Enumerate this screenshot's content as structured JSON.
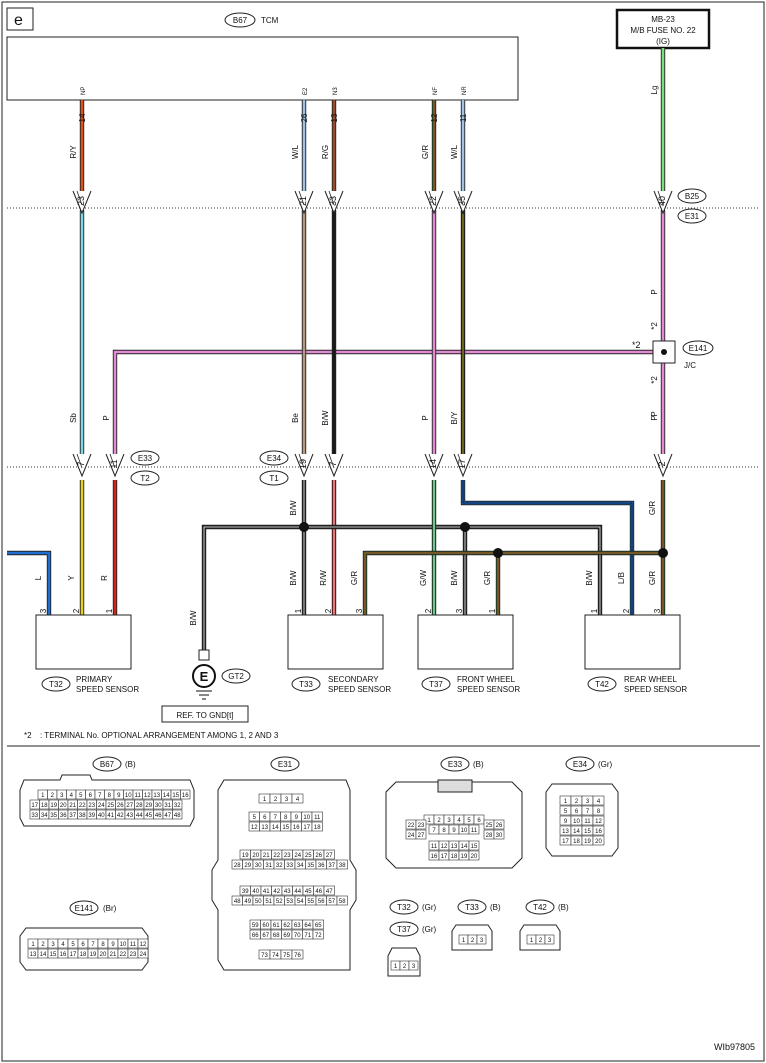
{
  "page": {
    "section_letter": "e",
    "footer_id": "WIb97805"
  },
  "tcm": {
    "ref": "B67",
    "name": "TCM"
  },
  "fuse": {
    "line1": "MB-23",
    "line2": "M/B FUSE NO. 22",
    "line3": "(IG)"
  },
  "tcm_pins": [
    {
      "num": "14",
      "name": "NP",
      "wire": "R/Y",
      "conn": "23"
    },
    {
      "num": "26",
      "name": "E2",
      "wire": "W/L",
      "conn": "21"
    },
    {
      "num": "13",
      "name": "N3",
      "wire": "R/G",
      "conn": "33"
    },
    {
      "num": "12",
      "name": "NF",
      "wire": "G/R",
      "conn": "22"
    },
    {
      "num": "11",
      "name": "NR",
      "wire": "W/L",
      "conn": "35"
    }
  ],
  "fuse_wire": {
    "label": "Lg",
    "conn": "40"
  },
  "connector_refs": {
    "b25": "B25",
    "e31": "E31",
    "e33": "E33",
    "t2": "T2",
    "e34": "E34",
    "t1": "T1",
    "e141": "E141",
    "jc": "J/C",
    "gt2": "GT2",
    "ground_letter": "E"
  },
  "mid_labels": {
    "p_upper": "P",
    "p_lower": "P",
    "star2": "*2",
    "star2_left": "*2"
  },
  "lower_wires": [
    {
      "label": "Sb",
      "conn": "7"
    },
    {
      "label": "P",
      "conn": "11"
    },
    {
      "label": "Be",
      "conn": "19"
    },
    {
      "label": "B/W",
      "conn": "7"
    },
    {
      "label": "P",
      "conn": "14"
    },
    {
      "label": "B/Y",
      "conn": "17"
    },
    {
      "label": "P",
      "conn": "2"
    }
  ],
  "sensor_wires": {
    "left_l": "L",
    "y": "Y",
    "r": "R",
    "gnd_bw": "B/W",
    "bw_trunk": "B/W",
    "t33_bw": "B/W",
    "t33_rw": "R/W",
    "t33_gr": "G/R",
    "t37_gw": "G/W",
    "t37_bw": "B/W",
    "t37_gr": "G/R",
    "t42_bw": "B/W",
    "t42_lb": "L/B",
    "t42_gr": "G/R",
    "t42_gr_upper": "G/R"
  },
  "sensors": [
    {
      "ref": "T32",
      "line1": "PRIMARY",
      "line2": "SPEED SENSOR",
      "pins": [
        "3",
        "2",
        "1"
      ]
    },
    {
      "ref": "T33",
      "line1": "SECONDARY",
      "line2": "SPEED SENSOR",
      "pins": [
        "1",
        "2",
        "3"
      ]
    },
    {
      "ref": "T37",
      "line1": "FRONT WHEEL",
      "line2": "SPEED SENSOR",
      "pins": [
        "2",
        "3",
        "1"
      ]
    },
    {
      "ref": "T42",
      "line1": "REAR WHEEL",
      "line2": "SPEED SENSOR",
      "pins": [
        "1",
        "2",
        "3"
      ]
    }
  ],
  "ground_ref_text": "REF. TO GND[t]",
  "footnote": {
    "mark": "*2",
    "text": ": TERMINAL No. OPTIONAL ARRANGEMENT AMONG 1, 2 AND 3"
  },
  "connector_views": {
    "b67": {
      "ref": "B67",
      "color": "(B)",
      "rows": [
        [
          "1",
          "2",
          "3",
          "4",
          "5",
          "6",
          "7",
          "8",
          "9",
          "10",
          "11",
          "12",
          "13",
          "14",
          "15",
          "16"
        ],
        [
          "17",
          "18",
          "19",
          "20",
          "21",
          "22",
          "23",
          "24",
          "25",
          "26",
          "27",
          "28",
          "29",
          "30",
          "31",
          "32"
        ],
        [
          "33",
          "34",
          "35",
          "36",
          "37",
          "38",
          "39",
          "40",
          "41",
          "42",
          "43",
          "44",
          "45",
          "46",
          "47",
          "48"
        ]
      ]
    },
    "e31": {
      "ref": "E31",
      "rows": [
        [
          "1",
          "2",
          "3",
          "4"
        ],
        [
          "5",
          "6",
          "7",
          "8",
          "9",
          "10",
          "11"
        ],
        [
          "12",
          "13",
          "14",
          "15",
          "16",
          "17",
          "18"
        ],
        [
          "19",
          "20",
          "21",
          "22",
          "23",
          "24",
          "25",
          "26",
          "27"
        ],
        [
          "28",
          "29",
          "30",
          "31",
          "32",
          "33",
          "34",
          "35",
          "36",
          "37",
          "38"
        ],
        [
          "39",
          "40",
          "41",
          "42",
          "43",
          "44",
          "45",
          "46",
          "47"
        ],
        [
          "48",
          "49",
          "50",
          "51",
          "52",
          "53",
          "54",
          "55",
          "56",
          "57",
          "58"
        ],
        [
          "59",
          "60",
          "61",
          "62",
          "63",
          "64",
          "65"
        ],
        [
          "66",
          "67",
          "68",
          "69",
          "70",
          "71",
          "72"
        ],
        [
          "73",
          "74",
          "75",
          "76"
        ]
      ]
    },
    "e33": {
      "ref": "E33",
      "color": "(B)",
      "top_rows": [
        [
          "1",
          "2",
          "3",
          "4",
          "5",
          "6"
        ],
        [
          "7",
          "8",
          "9",
          "10",
          "11"
        ]
      ],
      "left": [
        "22",
        "23",
        "24",
        "27"
      ],
      "right": [
        "25",
        "26",
        "28",
        "30"
      ],
      "bottom_rows": [
        [
          "11",
          "12",
          "13",
          "14",
          "15"
        ],
        [
          "16",
          "17",
          "18",
          "19",
          "20"
        ]
      ]
    },
    "e34": {
      "ref": "E34",
      "color": "(Gr)",
      "rows": [
        [
          "1",
          "2",
          "3",
          "4"
        ],
        [
          "5",
          "6",
          "7",
          "8"
        ],
        [
          "9",
          "10",
          "11",
          "12"
        ],
        [
          "13",
          "14",
          "15",
          "16"
        ],
        [
          "17",
          "18",
          "19",
          "20"
        ]
      ]
    },
    "e141": {
      "ref": "E141",
      "color": "(Br)",
      "rows": [
        [
          "1",
          "2",
          "3",
          "4",
          "5",
          "6",
          "7",
          "8",
          "9",
          "10",
          "11",
          "12"
        ],
        [
          "13",
          "14",
          "15",
          "16",
          "17",
          "18",
          "19",
          "20",
          "21",
          "22",
          "23",
          "24"
        ]
      ]
    },
    "t32": {
      "ref": "T32",
      "color": "(Gr)"
    },
    "t37": {
      "ref": "T37",
      "color": "(Gr)",
      "pins": [
        "1",
        "2",
        "3"
      ]
    },
    "t33": {
      "ref": "T33",
      "color": "(B)",
      "pins": [
        "1",
        "2",
        "3"
      ]
    },
    "t42": {
      "ref": "T42",
      "color": "(B)",
      "pins": [
        "1",
        "2",
        "3"
      ]
    }
  },
  "colors": {
    "RY": "#d9531e",
    "Sb": "#7fd6e6",
    "P": "#e28ad4",
    "WL": "#9cc3e6",
    "Be": "#b59a80",
    "RG": "#9b4a2a",
    "BW": "#1a1a1a",
    "GR": "#3f7a2a",
    "Y": "#e6d21a",
    "R": "#d42020",
    "L": "#1f6fd0",
    "LB": "#1f6fd0",
    "Lg": "#7ddc7d",
    "GW": "#1e9a4a",
    "BY": "#3b3b1a"
  }
}
